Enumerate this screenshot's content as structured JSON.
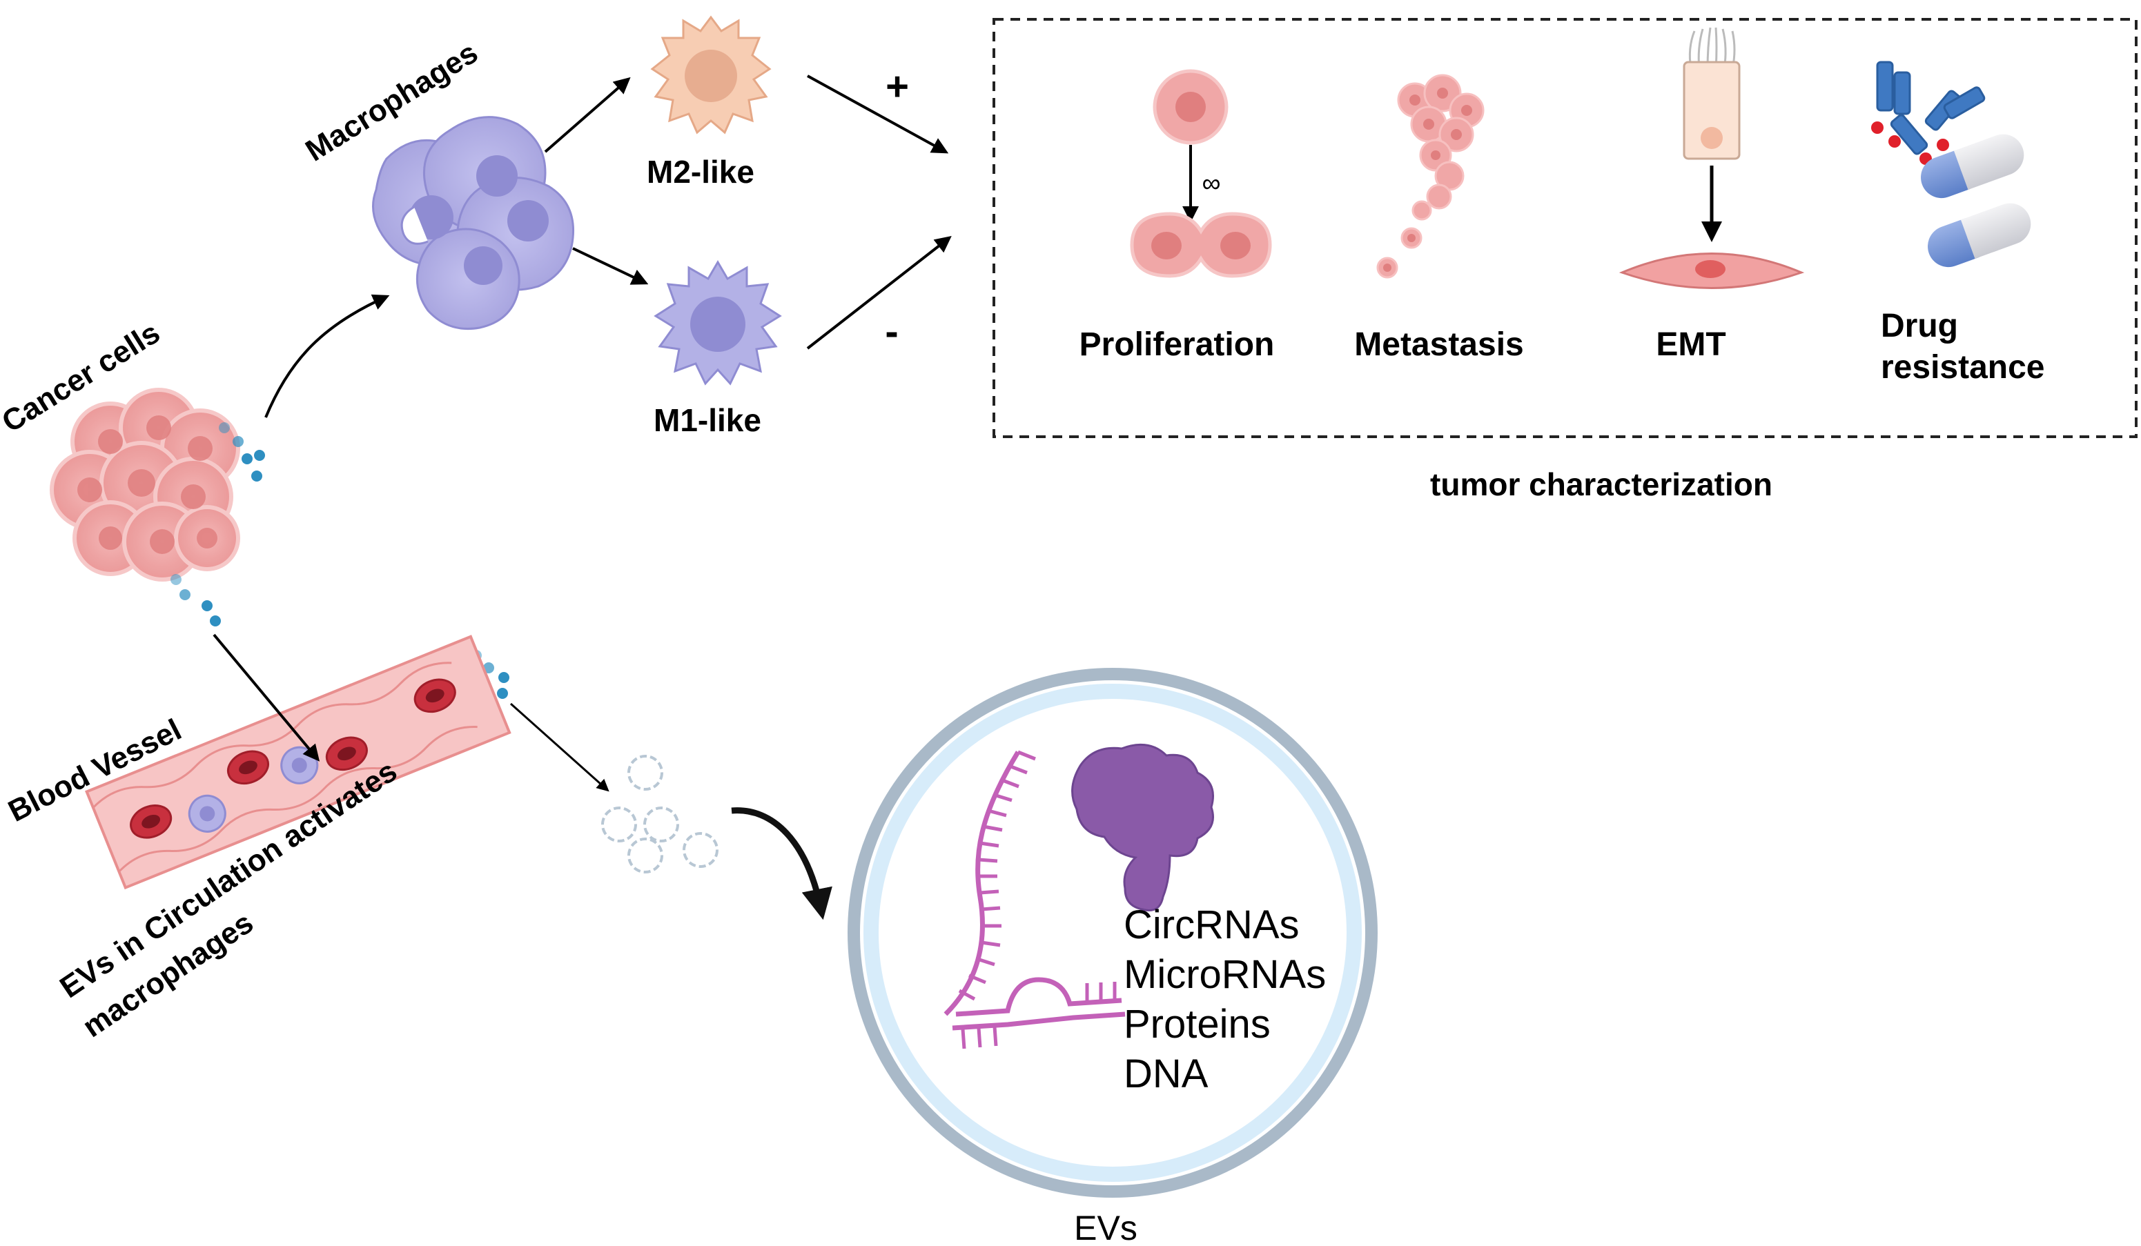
{
  "labels": {
    "cancer_cells": "Cancer cells",
    "macrophages": "Macrophages",
    "m2_like": "M2-like",
    "m1_like": "M1-like",
    "plus": "+",
    "minus": "-",
    "blood_vessel": "Blood Vessel",
    "evs_circulation_line1": "EVs in Circulation activates",
    "evs_circulation_line2": "macrophages",
    "tumor_characterization": "tumor characterization",
    "evs": "EVs",
    "infinity": "∞"
  },
  "tumor_items": [
    {
      "line1": "Proliferation",
      "line2": ""
    },
    {
      "line1": "Metastasis",
      "line2": ""
    },
    {
      "line1": "EMT",
      "line2": ""
    },
    {
      "line1": "Drug",
      "line2": "resistance"
    }
  ],
  "ev_cargo": [
    "CircRNAs",
    "MicroRNAs",
    "Proteins",
    "DNA"
  ],
  "colors": {
    "cancer_pink": "#f0a7a7",
    "cancer_dark": "#e07f7f",
    "macrophage_purple": "#b3b1e6",
    "macrophage_dark": "#8f8cd2",
    "m2_peach": "#f7cdb3",
    "vessel_pink": "#f7c5c5",
    "rbc_red": "#c8303e",
    "ev_ring": "#a9b9c8",
    "ev_inner": "#d7ecfa",
    "rna_magenta": "#c361b8",
    "protein_purple": "#8a5aa8",
    "antibody_blue": "#3f79c2",
    "vesicle_blue": "#2e8fc1"
  }
}
